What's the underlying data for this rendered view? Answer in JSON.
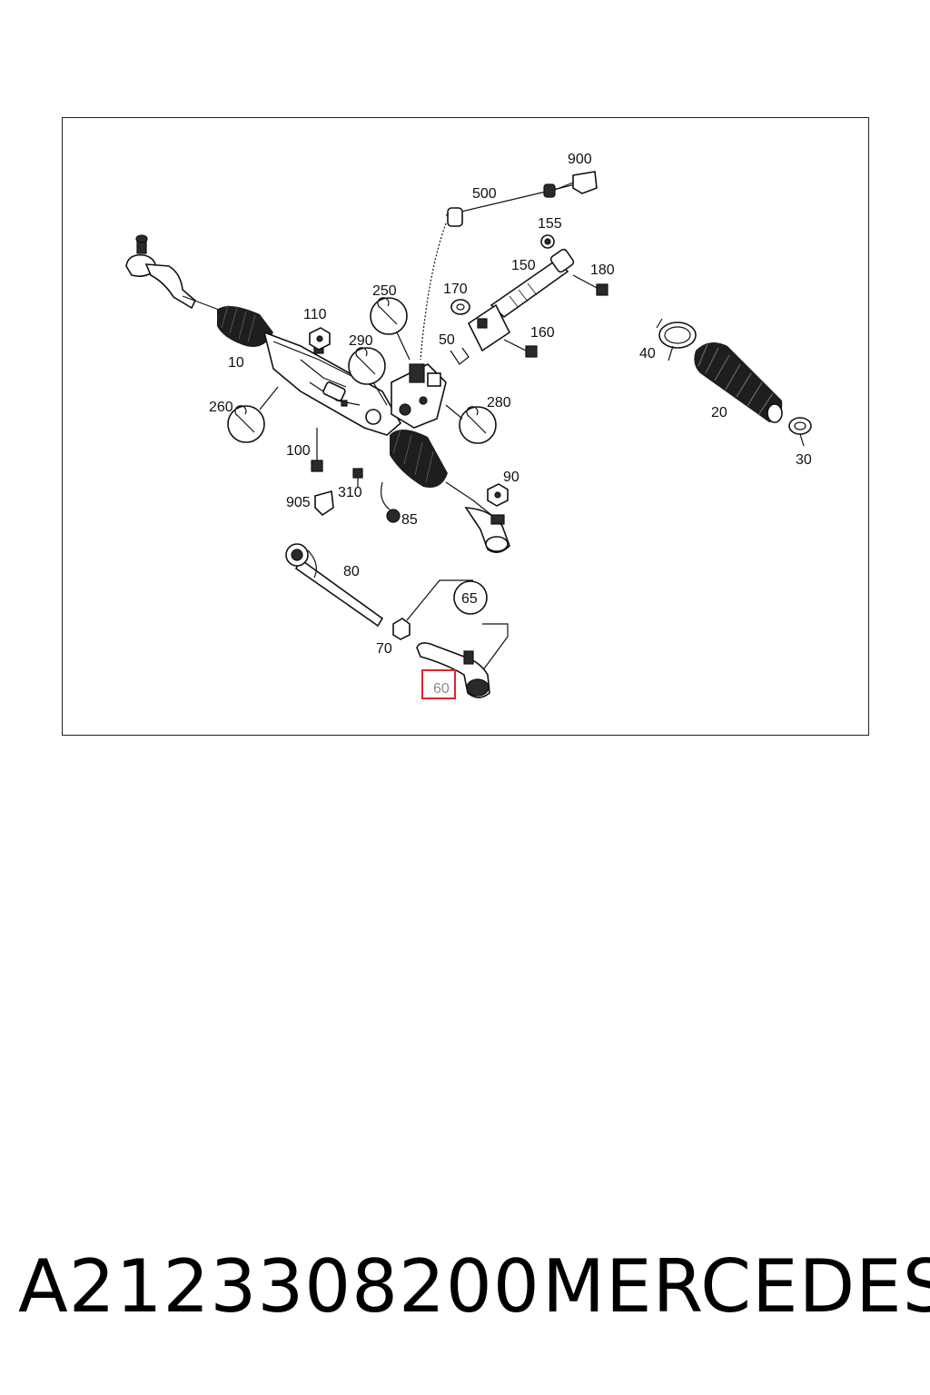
{
  "diagram": {
    "callouts": {
      "c900": "900",
      "c500": "500",
      "c155": "155",
      "c150": "150",
      "c180": "180",
      "c250": "250",
      "c170": "170",
      "c110": "110",
      "c290": "290",
      "c50": "50",
      "c160": "160",
      "c40": "40",
      "c10": "10",
      "c260": "260",
      "c280": "280",
      "c20": "20",
      "c100": "100",
      "c90": "90",
      "c30": "30",
      "c905": "905",
      "c310": "310",
      "c85": "85",
      "c80": "80",
      "c65": "65",
      "c70": "70",
      "c60": "60"
    },
    "highlighted_callout": "60",
    "highlight_color": "#e0242b"
  },
  "footer": {
    "part_number": "A2123308200",
    "brand": "MERCEDES"
  }
}
